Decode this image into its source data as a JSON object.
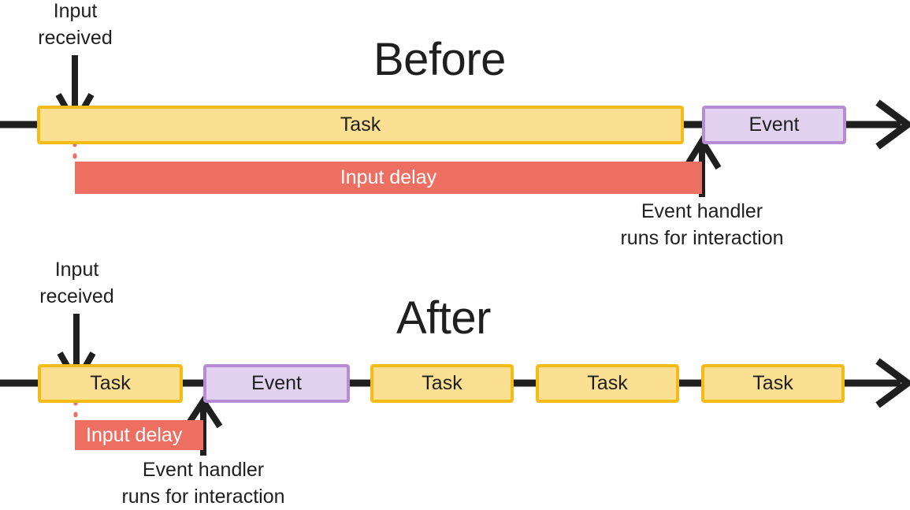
{
  "figure": {
    "description": "Diagram comparing input delay before and after breaking up a long task",
    "colors": {
      "task_fill": "#fbdf93",
      "task_border": "#f5bb16",
      "event_fill": "#e3d2ef",
      "event_border": "#b68cd5",
      "delay_fill": "#ec6f62",
      "line": "#1f1f1f",
      "text": "#1f1f1f",
      "dotted_marker": "#ec6f62",
      "background": "#ffffff"
    }
  },
  "before": {
    "title": "Before",
    "input_label_line1": "Input",
    "input_label_line2": "received",
    "task_label": "Task",
    "event_label": "Event",
    "delay_label": "Input delay",
    "handler_caption_line1": "Event handler",
    "handler_caption_line2": "runs for interaction"
  },
  "after": {
    "title": "After",
    "input_label_line1": "Input",
    "input_label_line2": "received",
    "delay_label": "Input delay",
    "event_label": "Event",
    "handler_caption_line1": "Event handler",
    "handler_caption_line2": "runs for interaction",
    "tasks": [
      {
        "label": "Task"
      },
      {
        "label": "Task"
      },
      {
        "label": "Task"
      },
      {
        "label": "Task"
      }
    ]
  }
}
